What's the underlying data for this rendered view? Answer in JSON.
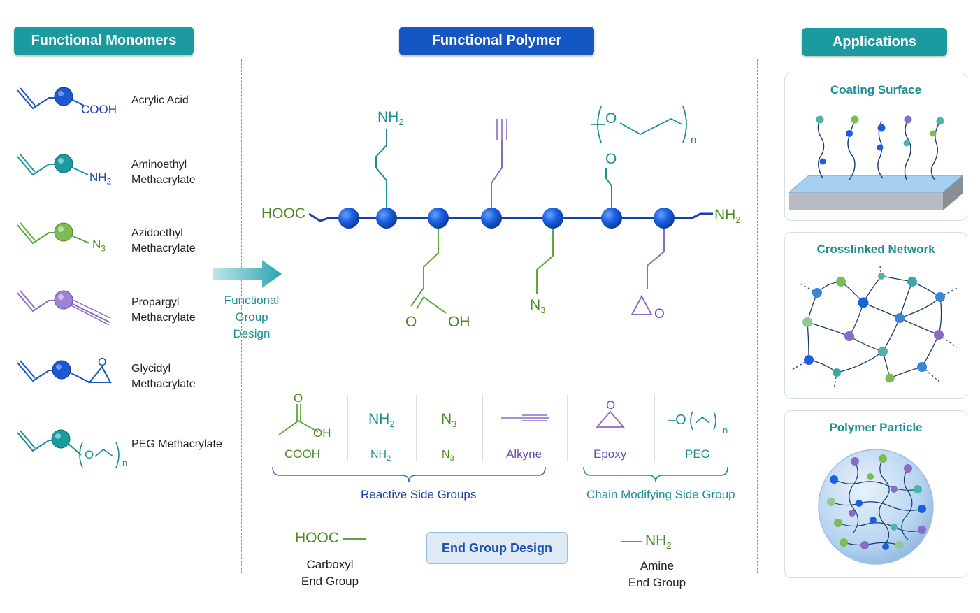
{
  "headers": {
    "monomers": "Functional Monomers",
    "polymer": "Functional Polymer",
    "applications": "Applications"
  },
  "monomers": [
    {
      "group": "COOH",
      "name": "Acrylic Acid",
      "name2": "",
      "color": "#1456c4"
    },
    {
      "group": "NH",
      "sub": "2",
      "name": "Aminoethyl",
      "name2": "Methacrylate",
      "color": "#1b9aa0"
    },
    {
      "group": "N",
      "sub": "3",
      "name": "Azidoethyl",
      "name2": "Methacrylate",
      "color": "#5ba83a"
    },
    {
      "group": "",
      "name": "Propargyl",
      "name2": "Methacrylate",
      "color": "#8a6cc8"
    },
    {
      "group": "O",
      "name": "Glycidyl",
      "name2": "Methacrylate",
      "color": "#1456c4"
    },
    {
      "group": "O",
      "sub": "n",
      "name": "PEG Methacrylate",
      "name2": "",
      "color": "#1b8e96"
    }
  ],
  "design_arrow": {
    "line1": "Functional",
    "line2": "Group",
    "line3": "Design"
  },
  "polymer": {
    "left_end": "HOOC",
    "right_end": "NH",
    "right_end_sub": "2",
    "top_nh2": "NH",
    "top_nh2_sub": "2",
    "peg_o1": "O",
    "peg_n": "n",
    "peg_o2": "O",
    "acid_o": "O",
    "acid_oh": "OH",
    "azide": "N",
    "azide_sub": "3",
    "epoxy_o": "O"
  },
  "side_groups": {
    "items": [
      {
        "symbol_o": "O",
        "symbol_oh": "OH",
        "label": "COOH"
      },
      {
        "symbol": "NH",
        "sub": "2",
        "label": "NH",
        "label_sub": "2"
      },
      {
        "symbol": "N",
        "sub": "3",
        "label": "N",
        "label_sub": "3"
      },
      {
        "label": "Alkyne"
      },
      {
        "symbol_o": "O",
        "label": "Epoxy"
      },
      {
        "symbol": "–O",
        "sub": "n",
        "label": "PEG"
      }
    ],
    "reactive_caption": "Reactive Side Groups",
    "chain_caption": "Chain Modifying Side Group"
  },
  "end_groups": {
    "left_formula": "HOOC",
    "left_line1": "Carboxyl",
    "left_line2": "End Group",
    "button": "End Group Design",
    "right_formula": "NH",
    "right_formula_sub": "2",
    "right_line1": "Amine",
    "right_line2": "End Group"
  },
  "applications": [
    {
      "title": "Coating Surface"
    },
    {
      "title": "Crosslinked Network"
    },
    {
      "title": "Polymer Particle"
    }
  ],
  "colors": {
    "teal": "#1b9aa0",
    "blue": "#1456c4",
    "green": "#5ba83a",
    "purple": "#8a6cc8"
  }
}
